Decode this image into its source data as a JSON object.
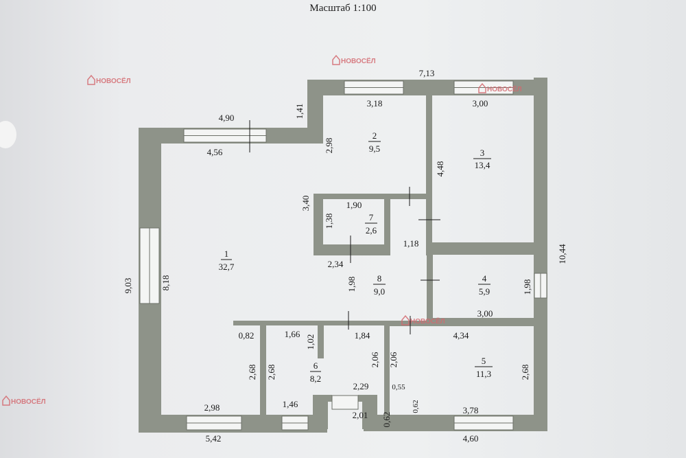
{
  "plan": {
    "scale_label": "Масштаб 1:100",
    "colors": {
      "wall": "#8e9389",
      "paper": "#eef0f1",
      "watermark": "#d4696f"
    },
    "watermark": {
      "text": "НОВОСЁЛ",
      "icon": "house-logo-icon"
    },
    "rooms": [
      {
        "number": "1",
        "area": "32,7"
      },
      {
        "number": "2",
        "area": "9,5"
      },
      {
        "number": "3",
        "area": "13,4"
      },
      {
        "number": "4",
        "area": "5,9"
      },
      {
        "number": "5",
        "area": "11,3"
      },
      {
        "number": "6",
        "area": "8,2"
      },
      {
        "number": "7",
        "area": "2,6"
      },
      {
        "number": "8",
        "area": "9,0"
      }
    ],
    "dims": {
      "d713": "7,13",
      "d490": "4,90",
      "d141": "1,41",
      "d318": "3,18",
      "d300a": "3,00",
      "d456": "4,56",
      "d298a": "2,98",
      "d448": "4,48",
      "d340": "3,40",
      "d190": "1,90",
      "d138": "1,38",
      "d118": "1,18",
      "d234": "2,34",
      "d1044": "10,44",
      "d903": "9,03",
      "d818": "8,18",
      "d198a": "1,98",
      "d198b": "1,98",
      "d300b": "3,00",
      "d082": "0,82",
      "d166": "1,66",
      "d102": "1,02",
      "d184": "1,84",
      "d434": "4,34",
      "d206a": "2,06",
      "d206b": "2,06",
      "d268a": "2,68",
      "d268b": "2,68",
      "d268c": "2,68",
      "d229": "2,29",
      "d055": "0,55",
      "d298b": "2,98",
      "d146": "1,46",
      "d062a": "0,62",
      "d378": "3,78",
      "d201": "2,01",
      "d542": "5,42",
      "d062b": "0,62",
      "d460": "4,60"
    }
  }
}
